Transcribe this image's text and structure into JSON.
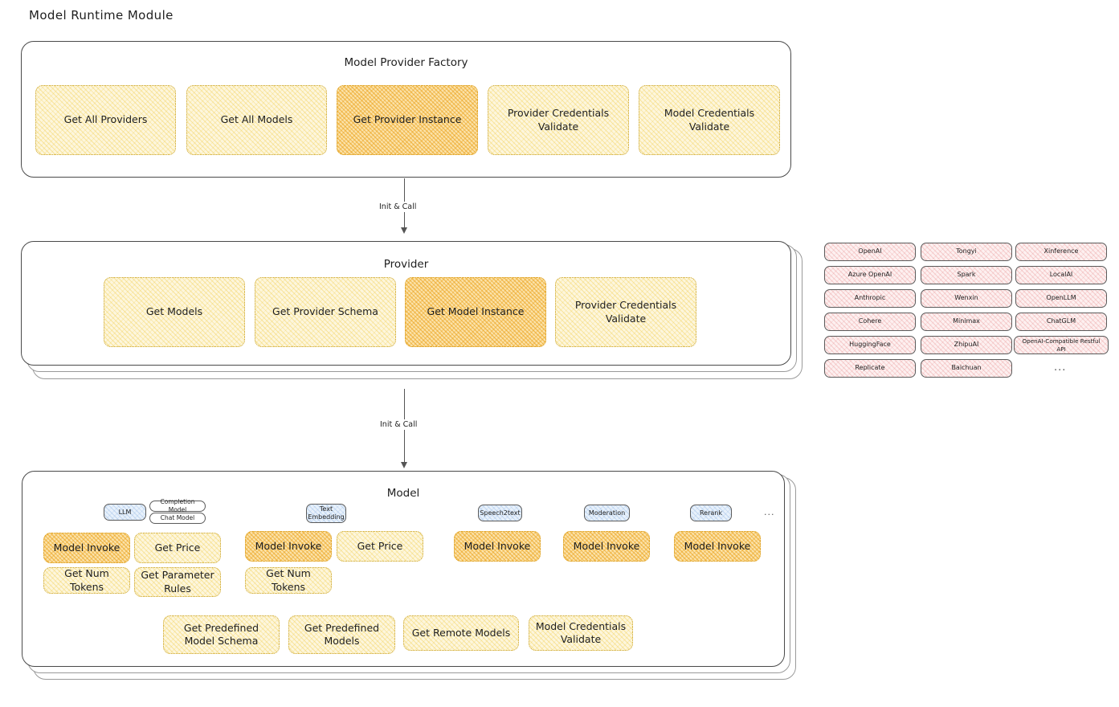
{
  "page": {
    "title": "Model Runtime Module"
  },
  "colors": {
    "highlight_fill": "#fbe3ab",
    "node_fill": "#fdf6dd",
    "provider_chip_fill": "#fdf0f0",
    "type_chip_fill": "#e8f1fb",
    "panel_border": "#4a4a4a",
    "arrow": "#555555"
  },
  "factory": {
    "title": "Model Provider Factory",
    "nodes": [
      {
        "label": "Get All Providers",
        "highlight": false
      },
      {
        "label": "Get All Models",
        "highlight": false
      },
      {
        "label": "Get Provider Instance",
        "highlight": true
      },
      {
        "label": "Provider Credentials Validate",
        "highlight": false
      },
      {
        "label": "Model Credentials Validate",
        "highlight": false
      }
    ]
  },
  "arrows": [
    {
      "label": "Init & Call"
    },
    {
      "label": "Init & Call"
    }
  ],
  "provider": {
    "title": "Provider",
    "nodes": [
      {
        "label": "Get Models",
        "highlight": false
      },
      {
        "label": "Get Provider Schema",
        "highlight": false
      },
      {
        "label": "Get Model Instance",
        "highlight": true
      },
      {
        "label": "Provider Credentials Validate",
        "highlight": false
      }
    ]
  },
  "provider_list": {
    "columns": [
      [
        "OpenAI",
        "Azure OpenAI",
        "Anthropic",
        "Cohere",
        "HuggingFace",
        "Replicate"
      ],
      [
        "Tongyi",
        "Spark",
        "Wenxin",
        "Minimax",
        "ZhipuAI",
        "Baichuan"
      ],
      [
        "Xinference",
        "LocalAI",
        "OpenLLM",
        "ChatGLM",
        "OpenAI-Compatible Restful API"
      ]
    ],
    "more": "..."
  },
  "model": {
    "title": "Model",
    "more": "...",
    "types": [
      {
        "name": "LLM",
        "subtypes": [
          "Completion Model",
          "Chat Model"
        ],
        "methods": [
          {
            "label": "Model Invoke",
            "highlight": true
          },
          {
            "label": "Get Price",
            "highlight": false
          },
          {
            "label": "Get Num Tokens",
            "highlight": false
          },
          {
            "label": "Get Parameter Rules",
            "highlight": false
          }
        ]
      },
      {
        "name": "Text Embedding",
        "subtypes": [],
        "methods": [
          {
            "label": "Model Invoke",
            "highlight": true
          },
          {
            "label": "Get Price",
            "highlight": false
          },
          {
            "label": "Get Num Tokens",
            "highlight": false
          }
        ]
      },
      {
        "name": "Speech2text",
        "subtypes": [],
        "methods": [
          {
            "label": "Model Invoke",
            "highlight": true
          }
        ]
      },
      {
        "name": "Moderation",
        "subtypes": [],
        "methods": [
          {
            "label": "Model Invoke",
            "highlight": true
          }
        ]
      },
      {
        "name": "Rerank",
        "subtypes": [],
        "methods": [
          {
            "label": "Model Invoke",
            "highlight": true
          }
        ]
      }
    ],
    "common_methods": [
      "Get Predefined Model Schema",
      "Get Predefined Models",
      "Get Remote Models",
      "Model Credentials Validate"
    ]
  }
}
